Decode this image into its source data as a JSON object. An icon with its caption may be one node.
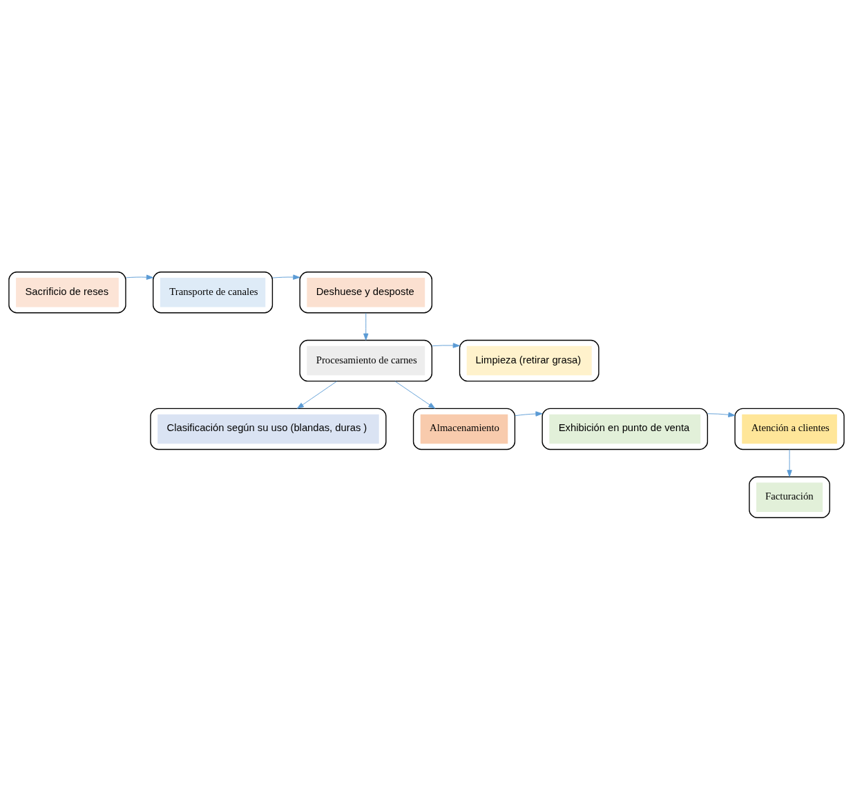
{
  "diagram": {
    "nodes": [
      {
        "text": [
          "Sacrificio de reses"
        ]
      },
      {
        "text": [
          "Transporte de canales"
        ]
      },
      {
        "text": [
          "Deshuese y desposte"
        ]
      },
      {
        "text": [
          "Procesamiento de carnes"
        ]
      },
      {
        "text": [
          "Limpieza (retirar grasa)"
        ]
      },
      {
        "text": [
          "Clasificación según su uso (blandas, duras )"
        ]
      },
      {
        "text": [
          "Almacenamiento"
        ]
      },
      {
        "text": [
          "Exhibición en punto de venta"
        ]
      },
      {
        "text": [
          "Atención a clientes"
        ]
      },
      {
        "text": [
          "Facturación"
        ]
      }
    ],
    "edges": [
      {
        "from": 0,
        "to": 1,
        "arrow": "to"
      },
      {
        "from": 1,
        "to": 2,
        "arrow": "to"
      },
      {
        "from": 2,
        "to": 3,
        "arrow": "to"
      },
      {
        "from": 3,
        "to": 4,
        "arrow": "to"
      },
      {
        "from": 3,
        "to": 5,
        "arrow": "to"
      },
      {
        "from": 3,
        "to": 6,
        "arrow": "to"
      },
      {
        "from": 6,
        "to": 7,
        "arrow": "to"
      },
      {
        "from": 7,
        "to": 8,
        "arrow": "to"
      },
      {
        "from": 8,
        "to": 9,
        "arrow": "to"
      }
    ]
  }
}
